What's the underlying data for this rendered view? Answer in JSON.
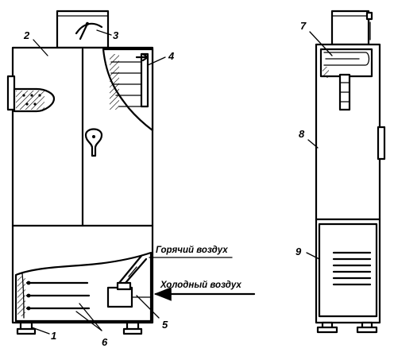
{
  "labels": {
    "n1": "1",
    "n2": "2",
    "n3": "3",
    "n4": "4",
    "n5": "5",
    "n6": "6",
    "n7": "7",
    "n8": "8",
    "n9": "9"
  },
  "air_flow": {
    "hot": "Горячий воздух",
    "cold": "Холодный воздух"
  }
}
